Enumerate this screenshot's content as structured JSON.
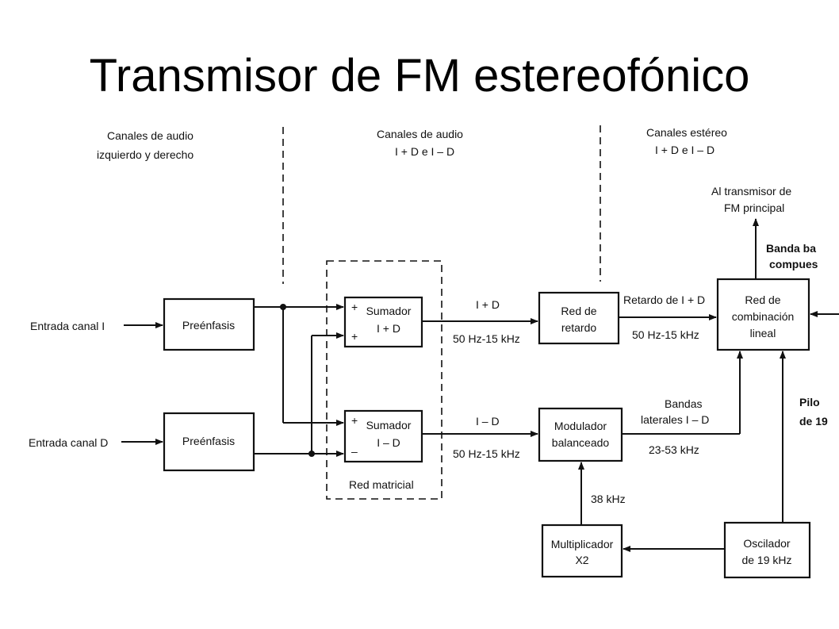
{
  "title": "Transmisor de FM estereofónico",
  "headers": {
    "left": [
      "Canales de audio",
      "izquierdo y derecho"
    ],
    "middle": [
      "Canales de audio",
      "I + D e I – D"
    ],
    "right": [
      "Canales estéreo",
      "I + D e I – D"
    ]
  },
  "inputs": {
    "left_channel": "Entrada canal I",
    "right_channel": "Entrada canal D"
  },
  "blocks": {
    "preemphasis_1": "Preénfasis",
    "preemphasis_2": "Preénfasis",
    "adder_sum": [
      "Sumador",
      "I + D"
    ],
    "adder_diff": [
      "Sumador",
      "I – D"
    ],
    "delay": [
      "Red de",
      "retardo"
    ],
    "modulator": [
      "Modulador",
      "balanceado"
    ],
    "combiner": [
      "Red de",
      "combinación",
      "lineal"
    ],
    "multiplier": [
      "Multiplicador",
      "X2"
    ],
    "oscillator": [
      "Oscilador",
      "de 19 kHz"
    ]
  },
  "matrix_label": "Red matricial",
  "signs": {
    "plus": "+",
    "minus": "–"
  },
  "signals": {
    "sum": "I + D",
    "sum_band": "50 Hz-15 kHz",
    "diff": "I – D",
    "diff_band": "50 Hz-15 kHz",
    "delayed": "Retardo de I + D",
    "delayed_band": "50 Hz-15 kHz",
    "sidebands": [
      "Bandas",
      "laterales I – D"
    ],
    "sidebands_band": "23-53 kHz",
    "carrier": "38 kHz"
  },
  "output": {
    "transmitter": [
      "Al transmisor de",
      "FM principal"
    ],
    "baseband": [
      "Banda ba",
      "compues"
    ]
  },
  "pilot": [
    "Pilo",
    "de 19"
  ]
}
